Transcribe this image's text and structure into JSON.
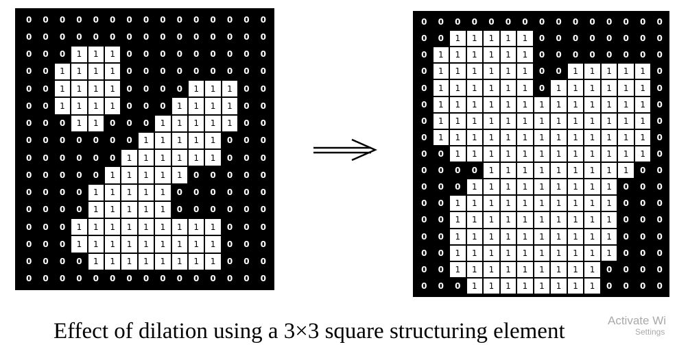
{
  "caption": "Effect of dilation using a 3×3 square structuring element",
  "watermark": {
    "title": "Activate Wi",
    "subtitle": "Settings"
  },
  "cell_values": {
    "zero": "0",
    "one": "1"
  },
  "colors": {
    "background": "#000000",
    "foreground": "#ffffff"
  },
  "input_image": [
    "000000000000000",
    "000000000000000",
    "000111000000000",
    "001111000000000",
    "001111000011100",
    "001111000111100",
    "000110001111100",
    "000000011111000",
    "000000111111000",
    "000001111100000",
    "000011111000000",
    "000011111000000",
    "000111111111000",
    "000111111111000",
    "000011111111000",
    "000000000000000"
  ],
  "output_image": [
    "000000000000000",
    "001111100000000",
    "011111100000000",
    "011111100111110",
    "011111101111110",
    "011111111111110",
    "011111111111110",
    "011111111111110",
    "001111111111110",
    "000011111111100",
    "000111111111000",
    "001111111111000",
    "001111111111000",
    "001111111111000",
    "001111111111000",
    "001111111110000",
    "000111111110000"
  ],
  "arrow_icon": "right-arrow-icon"
}
